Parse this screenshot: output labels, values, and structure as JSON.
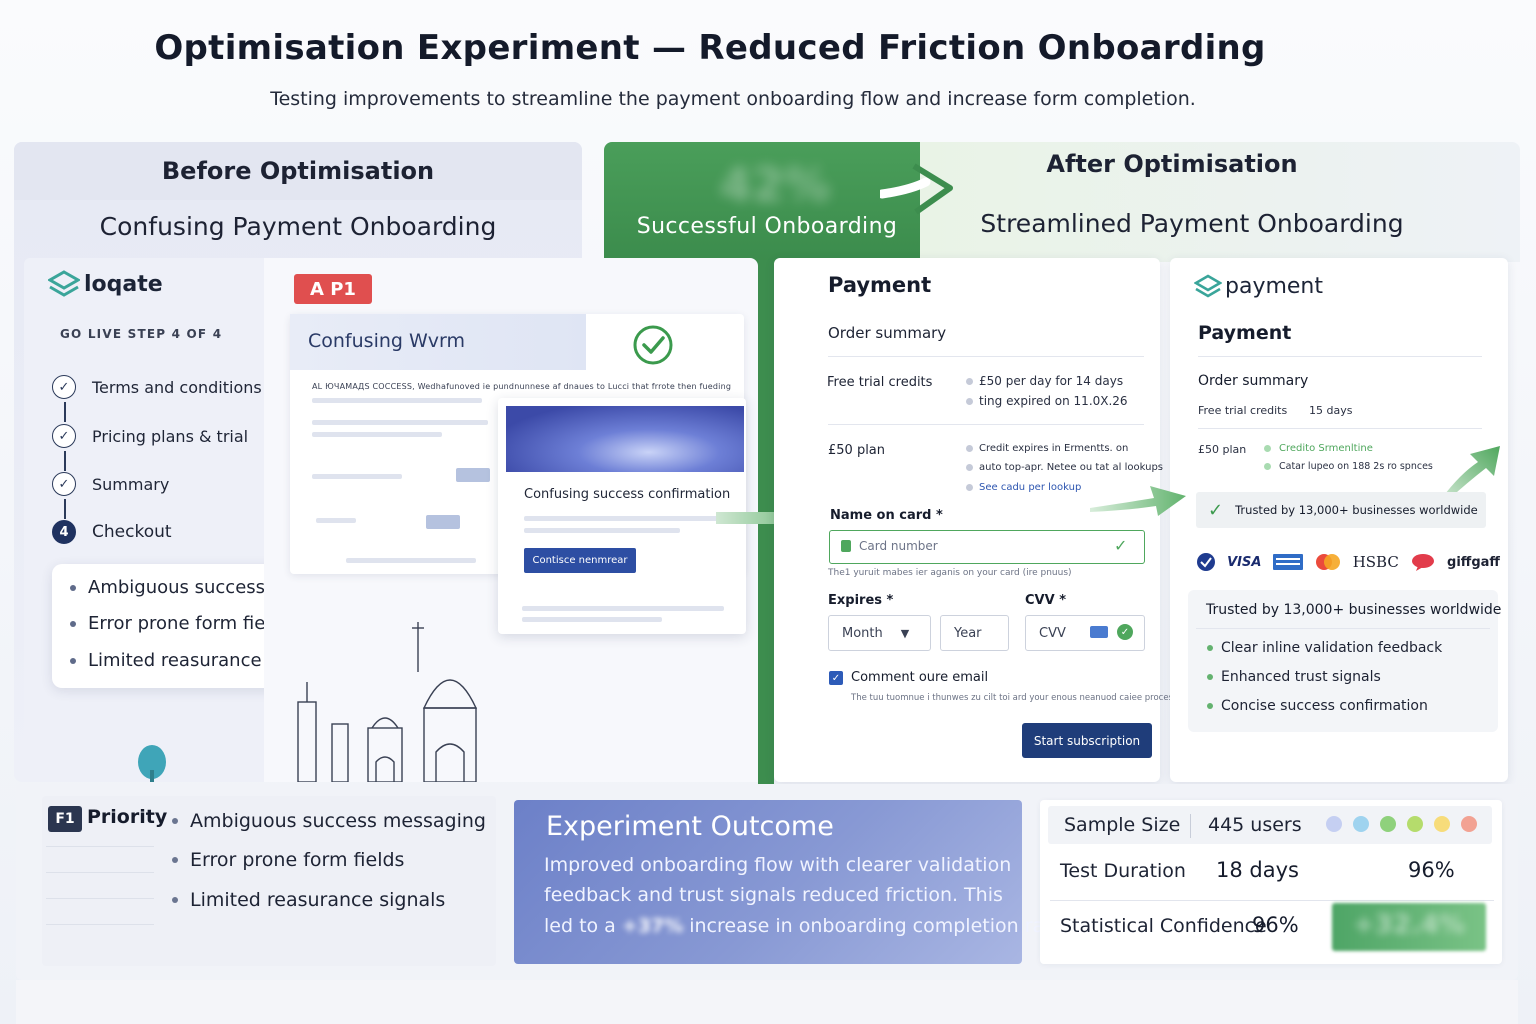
{
  "header": {
    "title": "Optimisation Experiment — Reduced Friction Onboarding",
    "subtitle": "Testing improvements to streamline the payment onboarding flow and increase form completion."
  },
  "before": {
    "heading": "Before Optimisation",
    "subheading": "Confusing Payment Onboarding"
  },
  "after": {
    "heading": "After Optimisation",
    "subheading": "Streamlined Payment Onboarding",
    "badge_label": "Successful Onboarding",
    "badge_blurred_value": "42%"
  },
  "sidebar": {
    "brand": "loqate",
    "step_counter": "GO LIVE STEP 4 OF 4",
    "steps": [
      {
        "label": "Terms and conditions",
        "state": "done"
      },
      {
        "label": "Pricing plans & trial",
        "state": "done"
      },
      {
        "label": "Summary",
        "state": "done"
      },
      {
        "label": "Checkout",
        "state": "active",
        "number": "4"
      }
    ],
    "issues": [
      "Ambiguous success messaging",
      "Error prone form fields",
      "Limited reasurance signals"
    ]
  },
  "confusing": {
    "badge": "A P1",
    "title": "Confusing Wvrm",
    "body_line": "AL ЮЧАМАДS COCCESS, Wedhafunoved ie pundnunnese af dnaues to Lucci that frrote then fueding",
    "success_title": "Confusing success confirmation",
    "success_button": "Contisce nenmrear"
  },
  "payment_form": {
    "title": "Payment",
    "order_summary": "Order summary",
    "free_trial_label": "Free trial credits",
    "free_trial_notes": [
      "£50 per day for 14 days",
      "ting expired on 11.0X.26"
    ],
    "plan_label": "£50 plan",
    "plan_notes": [
      "Credit expires in Ermentts. on",
      "auto top-apr. Netee ou tat al lookups",
      "See cadu per lookup"
    ],
    "name_label": "Name on card *",
    "card_placeholder": "Card number",
    "card_help": "The1 yuruit mabes ier aganis on your card (ire pnuus)",
    "expires_label": "Expires *",
    "month_value": "Month",
    "year_value": "Year",
    "cvv_label": "CVV *",
    "cvv_value": "CVV",
    "confirm_label": "Comment oure email",
    "confirm_help": "The tuu tuomnue i thunwes zu cilt toi ard your enous neanuod caiee process",
    "submit_label": "Start subscription"
  },
  "payment_summary": {
    "brand": "payment",
    "title": "Payment",
    "order_summary": "Order summary",
    "free_trial_label": "Free trial credits",
    "free_trial_value": "15 days",
    "plan_label": "£50 plan",
    "plan_notes": [
      "Credito Srmenltine",
      "Catar lupeo on 188 2s ro spnces"
    ],
    "trusted_chip": "Trusted by 13,000+ businesses worldwide",
    "brands": [
      "VISA",
      "HSBC",
      "giffgaff"
    ],
    "inner_title": "Trusted by 13,000+ businesses worldwide",
    "bullets": [
      "Clear inline validation feedback",
      "Enhanced trust signals",
      "Concise success confirmation"
    ]
  },
  "priority": {
    "badge": "F1",
    "label": "Priority",
    "items": [
      "Ambiguous success messaging",
      "Error prone form fields",
      "Limited reasurance signals"
    ]
  },
  "outcome": {
    "title": "Experiment Outcome",
    "line1": "Improved onboarding flow with clearer validation",
    "line2": "feedback and trust signals reduced friction. This",
    "line3_pre": "led to a",
    "line3_blurred": "+37%",
    "line3_post": "increase in onboarding completion rate."
  },
  "stats": {
    "sample_label": "Sample Size",
    "sample_value": "445 users",
    "duration_label": "Test Duration",
    "duration_value": "18 days",
    "duration_pct": "96%",
    "confidence_label": "Statistical Confidence",
    "confidence_value": "96%",
    "blurred_lift": "+32.4%",
    "dot_colors": [
      "#c5cff2",
      "#9fd3ef",
      "#8fd17c",
      "#b5dc6c",
      "#f7dc7a",
      "#f2a293"
    ]
  },
  "colors": {
    "green": "#3d8d4e",
    "navy": "#1f3d7a",
    "red_badge": "#e04f4f"
  }
}
